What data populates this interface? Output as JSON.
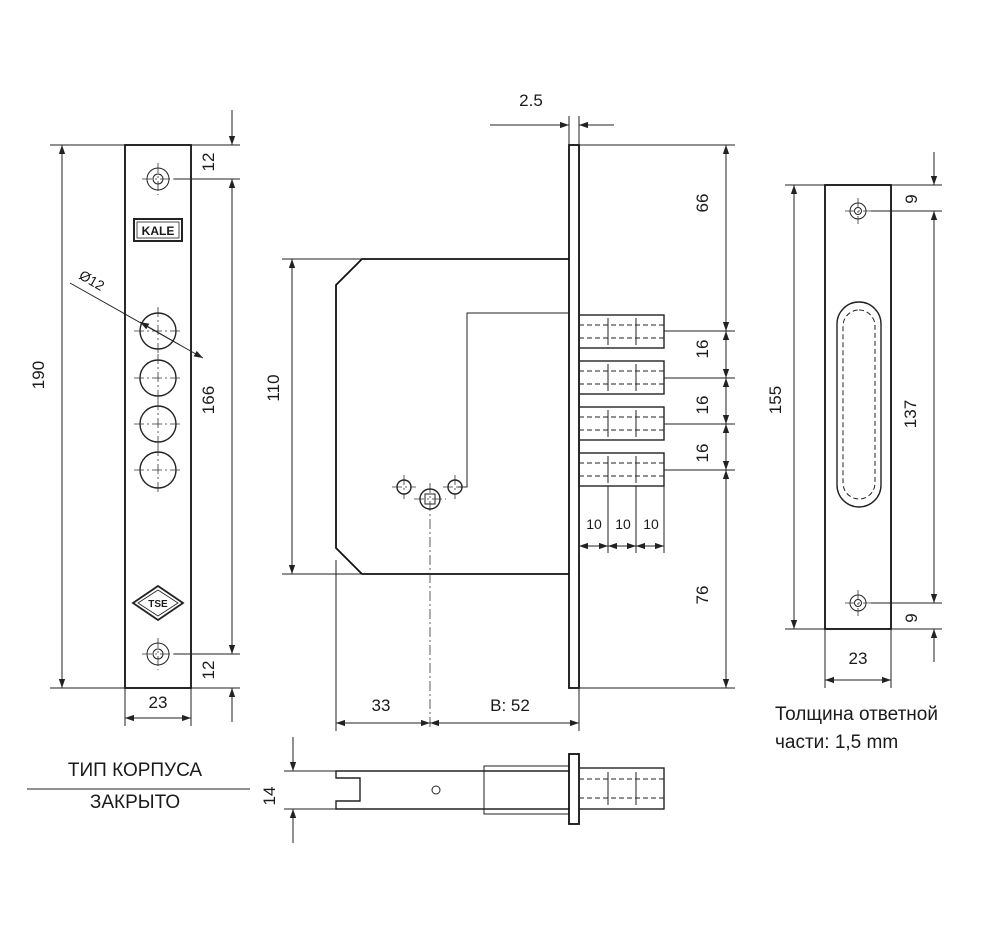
{
  "drawing": {
    "faceplate": {
      "brand_logo": "KALE",
      "cert_logo": "TSE",
      "dim_total_height": "190",
      "dim_hole_span": "166",
      "dim_top_offset": "12",
      "dim_bottom_offset": "12",
      "dim_width": "23",
      "dim_cylinder_dia": "Ø12"
    },
    "lock_body": {
      "dim_plate_thickness": "2.5",
      "dim_case_height": "110",
      "dim_top": "66",
      "dim_bolt_pitch_1": "16",
      "dim_bolt_pitch_2": "16",
      "dim_bolt_pitch_3": "16",
      "dim_bottom": "76",
      "dim_throw_1": "10",
      "dim_throw_2": "10",
      "dim_throw_3": "10",
      "dim_backset_left": "33",
      "dim_backset": "B: 52"
    },
    "strike": {
      "dim_height": "155",
      "dim_hole_span": "137",
      "dim_top": "9",
      "dim_bottom": "9",
      "dim_width": "23",
      "note_line1": "Толщина ответной",
      "note_line2": "части: 1,5 mm"
    },
    "side_view": {
      "dim_thickness": "14",
      "caption_line1": "ТИП КОРПУСА",
      "caption_line2": "ЗАКРЫТО"
    }
  }
}
